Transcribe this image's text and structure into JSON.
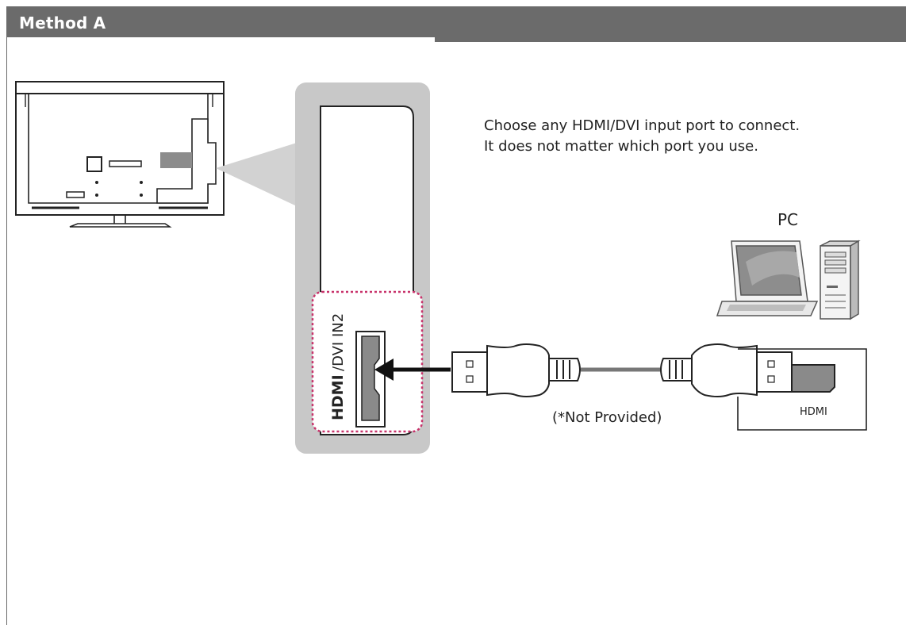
{
  "header": {
    "title": "Method A"
  },
  "instructions": [
    "Choose any HDMI/DVI input port to connect.",
    "It does not matter which port you use."
  ],
  "port": {
    "logo": "HDMI",
    "label": "/DVI IN2",
    "highlight_color": "#c8336b"
  },
  "device": {
    "label": "PC"
  },
  "cable": {
    "note": "(*Not Provided)"
  },
  "pc_port": {
    "label": "HDMI"
  },
  "colors": {
    "header": "#6b6b6b",
    "panel": "#c8c8c8",
    "cable": "#777777"
  }
}
